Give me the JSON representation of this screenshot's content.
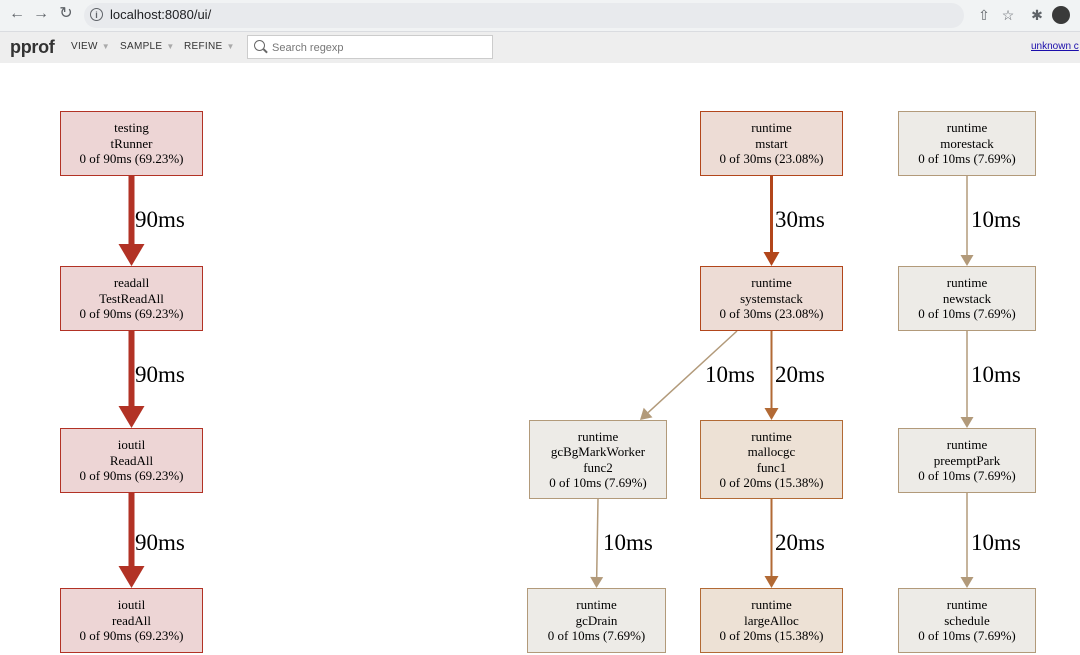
{
  "browser": {
    "url": "localhost:8080/ui/"
  },
  "header": {
    "logo": "pprof",
    "menus": [
      "VIEW",
      "SAMPLE",
      "REFINE"
    ],
    "search_placeholder": "Search regexp",
    "right_link": "unknown c"
  },
  "colors": {
    "hot_fill": "#edd5d5",
    "hot_border": "#b23225",
    "hot_edge": "#b23225",
    "warm_fill": "#eddcd5",
    "warm_border": "#b2461b",
    "warm_edge": "#b2461b",
    "mid_fill": "#ede1d5",
    "mid_border": "#b26a35",
    "mid_edge": "#b26a35",
    "cold_fill": "#edebe7",
    "cold_border": "#b29a7a",
    "cold_edge": "#b29a7a"
  },
  "graph": {
    "nodes": [
      {
        "id": "n1",
        "pkg": "testing",
        "fn": "tRunner",
        "extra": "",
        "cost": "0 of 90ms (69.23%)",
        "tier": "hot"
      },
      {
        "id": "n2",
        "pkg": "readall",
        "fn": "TestReadAll",
        "extra": "",
        "cost": "0 of 90ms (69.23%)",
        "tier": "hot"
      },
      {
        "id": "n3",
        "pkg": "ioutil",
        "fn": "ReadAll",
        "extra": "",
        "cost": "0 of 90ms (69.23%)",
        "tier": "hot"
      },
      {
        "id": "n4",
        "pkg": "ioutil",
        "fn": "readAll",
        "extra": "",
        "cost": "0 of 90ms (69.23%)",
        "tier": "hot"
      },
      {
        "id": "n5",
        "pkg": "runtime",
        "fn": "mstart",
        "extra": "",
        "cost": "0 of 30ms (23.08%)",
        "tier": "warm"
      },
      {
        "id": "n6",
        "pkg": "runtime",
        "fn": "systemstack",
        "extra": "",
        "cost": "0 of 30ms (23.08%)",
        "tier": "warm"
      },
      {
        "id": "n7",
        "pkg": "runtime",
        "fn": "gcBgMarkWorker",
        "extra": "func2",
        "cost": "0 of 10ms (7.69%)",
        "tier": "cold"
      },
      {
        "id": "n8",
        "pkg": "runtime",
        "fn": "mallocgc",
        "extra": "func1",
        "cost": "0 of 20ms (15.38%)",
        "tier": "mid"
      },
      {
        "id": "n9",
        "pkg": "runtime",
        "fn": "gcDrain",
        "extra": "",
        "cost": "0 of 10ms (7.69%)",
        "tier": "cold"
      },
      {
        "id": "n10",
        "pkg": "runtime",
        "fn": "largeAlloc",
        "extra": "",
        "cost": "0 of 20ms (15.38%)",
        "tier": "mid"
      },
      {
        "id": "n11",
        "pkg": "runtime",
        "fn": "morestack",
        "extra": "",
        "cost": "0 of 10ms (7.69%)",
        "tier": "cold"
      },
      {
        "id": "n12",
        "pkg": "runtime",
        "fn": "newstack",
        "extra": "",
        "cost": "0 of 10ms (7.69%)",
        "tier": "cold"
      },
      {
        "id": "n13",
        "pkg": "runtime",
        "fn": "preemptPark",
        "extra": "",
        "cost": "0 of 10ms (7.69%)",
        "tier": "cold"
      },
      {
        "id": "n14",
        "pkg": "runtime",
        "fn": "schedule",
        "extra": "",
        "cost": "0 of 10ms (7.69%)",
        "tier": "cold"
      }
    ],
    "edges": [
      {
        "from": "n1",
        "to": "n2",
        "label": "90ms",
        "tier": "hot"
      },
      {
        "from": "n2",
        "to": "n3",
        "label": "90ms",
        "tier": "hot"
      },
      {
        "from": "n3",
        "to": "n4",
        "label": "90ms",
        "tier": "hot"
      },
      {
        "from": "n5",
        "to": "n6",
        "label": "30ms",
        "tier": "warm"
      },
      {
        "from": "n6",
        "to": "n7",
        "label": "10ms",
        "tier": "cold"
      },
      {
        "from": "n6",
        "to": "n8",
        "label": "20ms",
        "tier": "mid"
      },
      {
        "from": "n7",
        "to": "n9",
        "label": "10ms",
        "tier": "cold"
      },
      {
        "from": "n8",
        "to": "n10",
        "label": "20ms",
        "tier": "mid"
      },
      {
        "from": "n11",
        "to": "n12",
        "label": "10ms",
        "tier": "cold"
      },
      {
        "from": "n12",
        "to": "n13",
        "label": "10ms",
        "tier": "cold"
      },
      {
        "from": "n13",
        "to": "n14",
        "label": "10ms",
        "tier": "cold"
      }
    ]
  }
}
